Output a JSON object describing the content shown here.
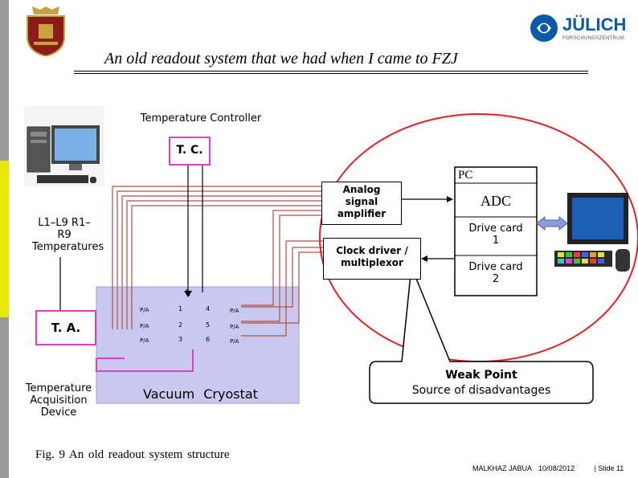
{
  "slide": {
    "title": "An old readout system that we had when I came to FZJ",
    "figure_caption": "Fig. 9 An old readout system structure",
    "footer_author": "MALKHAZ JABUA",
    "footer_date": "10/08/2012",
    "footer_slide": "| Slide 11"
  },
  "logo": {
    "name": "JÜLICH",
    "subtitle": "FORSCHUNGSZENTRUM"
  },
  "diagram": {
    "temp_controller_label": "Temperature Controller",
    "tc_box": "T. C.",
    "ta_box": "T. A.",
    "ta_label": "Temperature Acquisition Device",
    "temps_label": "L1–L9 R1–R9 Temperatures",
    "analog_amp": "Analog signal amplifier",
    "clock_driver": "Clock driver / multiplexor",
    "pc_label": "PC",
    "adc": "ADC",
    "drive_card_1": "Drive card 1",
    "drive_card_2": "Drive card 2",
    "cryostat": "Vacuum Cryostat",
    "weak_point_title": "Weak Point",
    "weak_point_text": "Source of disadvantages",
    "cells": [
      {
        "pa": "P/A",
        "a": "1",
        "b": "4",
        "pa2": "P/A"
      },
      {
        "pa": "P/A",
        "a": "2",
        "b": "5",
        "pa2": "P/A"
      },
      {
        "pa": "P/A",
        "a": "3",
        "b": "6",
        "pa2": "P/A"
      }
    ]
  },
  "colors": {
    "pink": "#e040c0",
    "red": "#e02020",
    "brown_line": "#b05040",
    "cryostat_fill": "#c8c8f0",
    "stripe_gray": "#9a9a9a",
    "stripe_yellow": "#e8e800",
    "julich_blue": "#0a5aa8"
  }
}
